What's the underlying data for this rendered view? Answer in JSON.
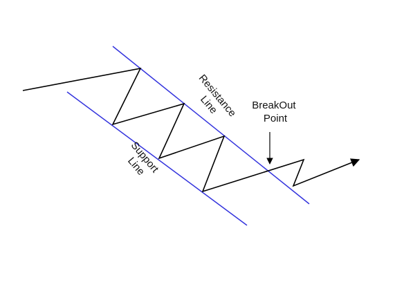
{
  "labels": {
    "resistance": [
      "Resistance",
      "Line"
    ],
    "support": [
      "Support",
      "Line"
    ],
    "breakout": [
      "BreakOut",
      "Point"
    ]
  },
  "colors": {
    "channel_line": "#3333dd",
    "price_path": "#000000",
    "background": "#ffffff"
  },
  "icons": {
    "arrow_head": "arrow-right-icon",
    "pointer": "arrow-down-icon"
  }
}
